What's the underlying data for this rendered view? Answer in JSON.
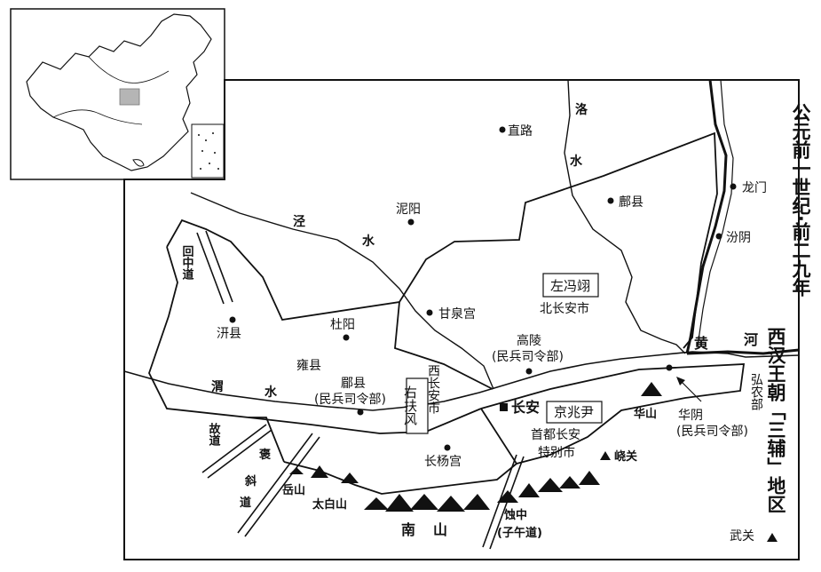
{
  "title_right": "公元前一世纪·前二九年",
  "title_left": "西汉王朝「三辅」地区",
  "colors": {
    "ink": "#111111",
    "paper": "#ffffff",
    "inset_highlight": "#b5b5b5"
  },
  "districts": {
    "zuo": "左冯翊",
    "zuo_sub": "北长安市",
    "you": "右扶风",
    "you_sub": "西长安市",
    "jing": "京兆尹",
    "jing_sub1": "首都长安",
    "jing_sub2": "特别市"
  },
  "places": {
    "zhilu": "直路",
    "niyang": "泥阳",
    "fuxian": "鄜县",
    "longmen": "龙门",
    "fenyin": "汾阴",
    "ganquangong": "甘泉宫",
    "gaoling": "高陵",
    "gaoling_note": "(民兵司令部)",
    "duyang": "杜阳",
    "qianxian": "汧县",
    "yongxian": "雍县",
    "meixian": "郿县",
    "meixian_note": "(民兵司令部)",
    "changan": "长安",
    "huayin": "华阴",
    "huayin_note": "(民兵司令部)",
    "changyanggong": "长杨宫",
    "yaoguan": "峣关",
    "wuguan": "武关",
    "hongnong": "弘农部"
  },
  "rivers": {
    "luo1": "洛",
    "luo2": "水",
    "jing1": "泾",
    "jing2": "水",
    "wei1": "渭",
    "wei2": "水",
    "huang": "黄",
    "he": "河"
  },
  "routes": {
    "huizhong": "回中道",
    "gudao": "故道",
    "baoxie": "褒斜道",
    "zhizhong": "蚀中",
    "ziwu": "(子午道)"
  },
  "mountains": {
    "yue": "岳山",
    "taibai": "太白山",
    "hua": "华山",
    "nan1": "南",
    "nan2": "山"
  }
}
